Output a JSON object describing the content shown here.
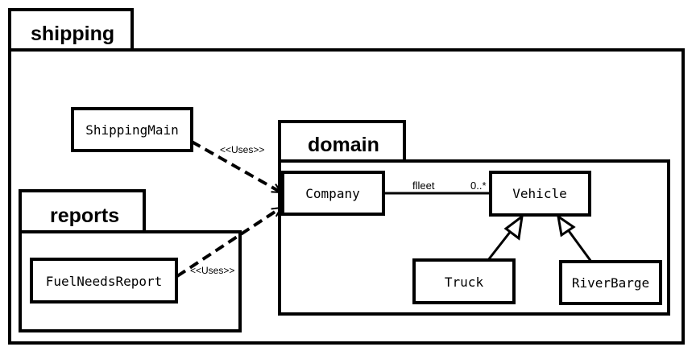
{
  "packages": {
    "shipping": {
      "name": "shipping"
    },
    "domain": {
      "name": "domain"
    },
    "reports": {
      "name": "reports"
    }
  },
  "classes": {
    "shipping_main": "ShippingMain",
    "company": "Company",
    "vehicle": "Vehicle",
    "truck": "Truck",
    "river_barge": "RiverBarge",
    "fuel_needs_report": "FuelNeedsReport"
  },
  "relations": {
    "uses_top": "<<Uses>>",
    "uses_bottom": "<<Uses>>",
    "fleet_role": "flleet",
    "fleet_multiplicity": "0..*"
  }
}
